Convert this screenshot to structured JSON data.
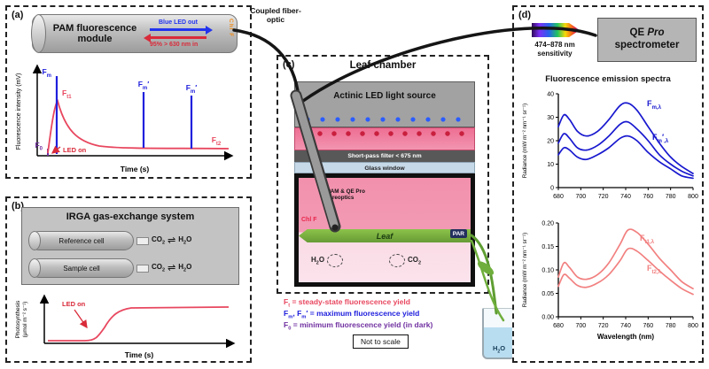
{
  "colors": {
    "blue": "#2020dd",
    "red_pink": "#e8475f",
    "purple": "#7030a0",
    "orange": "#ef8c1a",
    "leaf_green": "#7cb83e",
    "spectra_blue": "#1818cf",
    "spectra_red": "#f28080"
  },
  "fiber_label": "Coupled fiber-optic",
  "panel_a": {
    "tag": "(a)",
    "module": {
      "title": "PAM fluorescence module",
      "blue_out": "Blue LED out",
      "red_in": "95% > 630 nm in",
      "side_vertical": "Chl F"
    },
    "chart": {
      "ylabel": "Fluorescence intensity (mV)",
      "xlabel": "Time (s)",
      "led_on": "LED on",
      "f0": {
        "p1": "F",
        "s1": "0"
      },
      "fm": {
        "p1": "F",
        "s1": "m"
      },
      "ft1": {
        "p1": "F",
        "s1": "t1"
      },
      "fm1p": {
        "p1": "F",
        "s1": "m",
        "p2": "′"
      },
      "fm2p": {
        "p1": "F",
        "s1": "m",
        "p2": "′"
      },
      "ft2": {
        "p1": "F",
        "s1": "t2"
      }
    }
  },
  "panel_b": {
    "tag": "(b)",
    "title": "IRGA gas-exchange system",
    "cells": [
      {
        "name": "Reference cell"
      },
      {
        "name": "Sample cell"
      }
    ],
    "co2": {
      "p1": "CO",
      "s1": "2"
    },
    "h2o": {
      "p1": "H",
      "s1": "2",
      "p2": "O"
    },
    "exchange_arrows": "⇌",
    "chart": {
      "ylabel1": "Photosynthesis",
      "ylabel2": "(μmol m⁻² s⁻¹)",
      "xlabel": "Time (s)",
      "led_on": "LED on"
    }
  },
  "panel_c": {
    "tag": "(c)",
    "title": "Leaf chamber",
    "actinic": "Actinic LED light source",
    "filter": "Short-pass filter < 675 nm",
    "glass": "Glass window",
    "foreoptics": "PAM & QE Pro foreoptics",
    "chl_f": "Chl F",
    "leaf": "Leaf",
    "par": "PAR",
    "h2o": {
      "p1": "H",
      "s1": "2",
      "p2": "O"
    },
    "co2": {
      "p1": "CO",
      "s1": "2"
    }
  },
  "legend": {
    "lines": [
      {
        "p1": "F",
        "s1": "t",
        "p2": " = steady-state fluorescence yield",
        "color": "#e8475f"
      },
      {
        "p1": "F",
        "s1": "m",
        "p2": ", F",
        "s2": "m",
        "p3": "′ = maximum fluorescence yield",
        "color": "#2020dd"
      },
      {
        "p1": "F",
        "s1": "0",
        "p2": " = minimum fluorescence yield (in dark)",
        "color": "#7030a0"
      }
    ],
    "not_to_scale": "Not to scale"
  },
  "panel_d": {
    "tag": "(d)",
    "sensitivity_range": "474–878 nm",
    "sensitivity_word": "sensitivity",
    "spectrometer": {
      "pre": "QE ",
      "italic": "Pro",
      "line2": "spectrometer"
    },
    "spectra_title": "Fluorescence emission spectra",
    "labels": {
      "fm": {
        "p1": "F",
        "s1": "m,λ"
      },
      "fmp": {
        "p1": "F",
        "s1": "m",
        "p2": "′",
        "s2": ",λ"
      },
      "ft1": {
        "p1": "F",
        "s1": "t1,λ"
      },
      "ft2": {
        "p1": "F",
        "s1": "t2,λ"
      }
    }
  },
  "beaker": {
    "p1": "H",
    "s1": "2",
    "p2": "O"
  },
  "chart_data": [
    {
      "id": "maximum_fluorescence_spectra",
      "type": "line",
      "title": "Fluorescence emission spectra",
      "xlabel": "",
      "ylabel": "Radiance (mW m⁻² nm⁻¹ sr⁻¹)",
      "xlim": [
        680,
        800
      ],
      "ylim": [
        0,
        40
      ],
      "xticks": [
        680,
        700,
        720,
        740,
        760,
        780,
        800
      ],
      "yticks": [
        0,
        10,
        20,
        30,
        40
      ],
      "grid": false,
      "legend_position": "in-plot labels",
      "color": "#1818cf",
      "x": [
        680,
        685,
        690,
        697,
        705,
        715,
        725,
        735,
        742,
        750,
        760,
        770,
        780,
        790,
        800
      ],
      "series": [
        {
          "name": "Fm,λ",
          "values": [
            26,
            31,
            29,
            24,
            22,
            24,
            29,
            35,
            36,
            33,
            26,
            19,
            13,
            9,
            6
          ]
        },
        {
          "name": "Fm′,λ (upper)",
          "values": [
            19,
            23,
            21,
            17,
            16,
            18,
            22,
            27,
            28,
            25,
            20,
            14,
            10,
            7,
            5
          ]
        },
        {
          "name": "Fm′,λ (lower)",
          "values": [
            14,
            17,
            16,
            13,
            12,
            14,
            17,
            21,
            22,
            20,
            15,
            11,
            8,
            5,
            4
          ]
        }
      ]
    },
    {
      "id": "steady_state_fluorescence_spectra",
      "type": "line",
      "title": "",
      "xlabel": "Wavelength (nm)",
      "ylabel": "Radiance (mW m⁻² nm⁻¹ sr⁻¹)",
      "xlim": [
        680,
        800
      ],
      "ylim": [
        0,
        0.2
      ],
      "xticks": [
        680,
        700,
        720,
        740,
        760,
        780,
        800
      ],
      "yticks": [
        "0.00",
        "0.05",
        "0.10",
        "0.15",
        "0.20"
      ],
      "grid": false,
      "legend_position": "in-plot labels",
      "color": "#f28080",
      "x": [
        680,
        685,
        690,
        697,
        705,
        715,
        725,
        735,
        742,
        750,
        760,
        770,
        780,
        790,
        800
      ],
      "series": [
        {
          "name": "Ft1,λ",
          "values": [
            0.085,
            0.115,
            0.105,
            0.085,
            0.08,
            0.09,
            0.115,
            0.155,
            0.185,
            0.18,
            0.155,
            0.125,
            0.1,
            0.075,
            0.06
          ]
        },
        {
          "name": "Ft2,λ",
          "values": [
            0.065,
            0.09,
            0.082,
            0.067,
            0.063,
            0.072,
            0.09,
            0.12,
            0.145,
            0.14,
            0.12,
            0.098,
            0.078,
            0.06,
            0.048
          ]
        }
      ]
    }
  ]
}
